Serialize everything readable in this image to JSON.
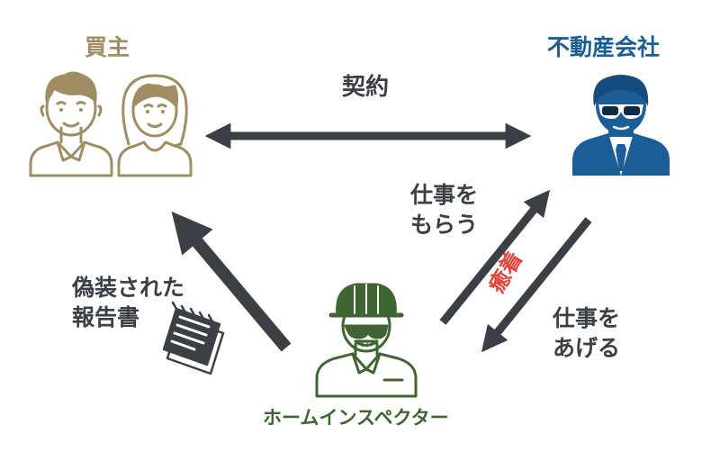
{
  "colors": {
    "buyer": "#a08d63",
    "agency": "#1b5d96",
    "inspector": "#3f6532",
    "arrow": "#3b4047",
    "collusion": "#e0453a"
  },
  "buyer": {
    "label": "買主",
    "icons": [
      "man-icon",
      "woman-icon"
    ]
  },
  "agency": {
    "label": "不動産会社",
    "icon": "agent-with-sunglasses-icon"
  },
  "inspector": {
    "label": "ホームインスペクター",
    "icon": "inspector-with-helmet-icon"
  },
  "contract": {
    "label": "契約"
  },
  "get_work": {
    "line1": "仕事を",
    "line2": "もらう"
  },
  "give_work": {
    "line1": "仕事を",
    "line2": "あげる"
  },
  "collusion": {
    "label": "癒着"
  },
  "fake_report": {
    "line1": "偽装された",
    "line2": "報告書",
    "icon": "report-document-icon"
  }
}
